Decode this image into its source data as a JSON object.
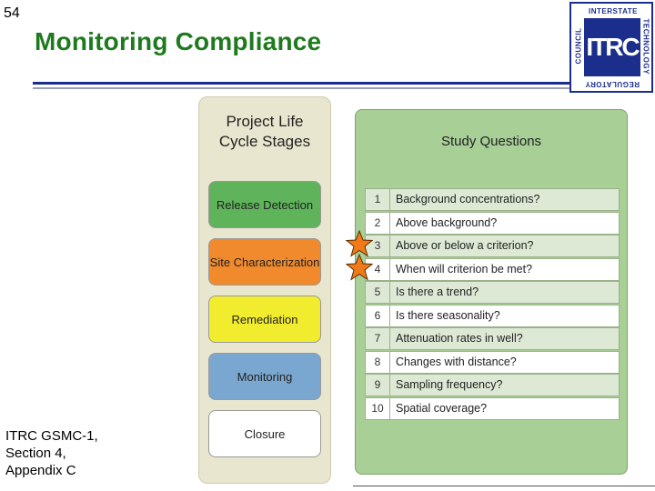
{
  "slide": {
    "number": "54",
    "title": "Monitoring Compliance"
  },
  "logo": {
    "mark": "ITRC",
    "top": "INTERSTATE",
    "right": "TECHNOLOGY",
    "bottom": "REGULATORY",
    "left": "COUNCIL",
    "colors": {
      "primary": "#1c2e8c"
    }
  },
  "lifecycle": {
    "title": "Project Life Cycle Stages",
    "stages": [
      {
        "label": "Release Detection",
        "color": "#5fb35b"
      },
      {
        "label": "Site Characterization",
        "color": "#f08a2c"
      },
      {
        "label": "Remediation",
        "color": "#f2ec2e"
      },
      {
        "label": "Monitoring",
        "color": "#7aa7cf"
      },
      {
        "label": "Closure",
        "color": "#ffffff"
      }
    ]
  },
  "study_questions": {
    "title": "Study Questions",
    "rows": [
      {
        "num": "1",
        "text": "Background concentrations?"
      },
      {
        "num": "2",
        "text": "Above background?"
      },
      {
        "num": "3",
        "text": "Above or below a criterion?"
      },
      {
        "num": "4",
        "text": "When will criterion be met?"
      },
      {
        "num": "5",
        "text": "Is there a trend?"
      },
      {
        "num": "6",
        "text": "Is there seasonality?"
      },
      {
        "num": "7",
        "text": "Attenuation rates in well?"
      },
      {
        "num": "8",
        "text": "Changes with distance?"
      },
      {
        "num": "9",
        "text": "Sampling frequency?"
      },
      {
        "num": "10",
        "text": "Spatial coverage?"
      }
    ],
    "highlighted_rows": [
      "3",
      "4"
    ],
    "highlight_icon": "star-icon",
    "highlight_color": "#f07a1a"
  },
  "citation": {
    "line1": "ITRC GSMC-1,",
    "line2": "Section 4,",
    "line3": "Appendix C"
  }
}
